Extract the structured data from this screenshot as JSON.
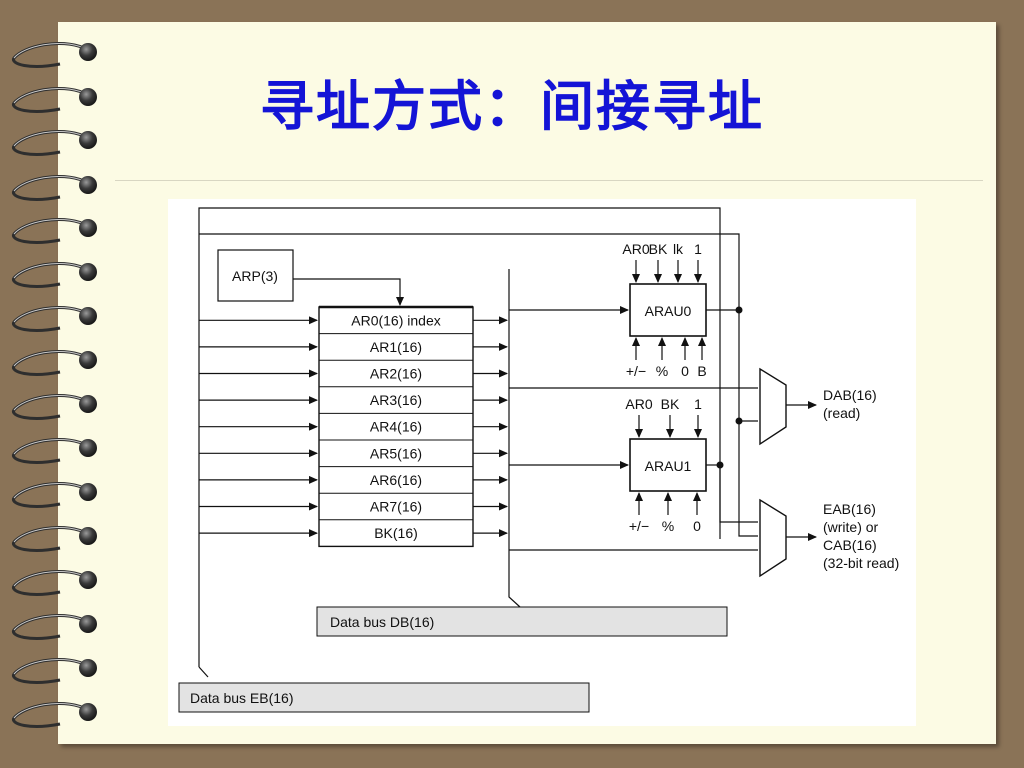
{
  "slide": {
    "title": "寻址方式：间接寻址"
  },
  "diagram": {
    "arp_label": "ARP(3)",
    "registers": [
      "AR0(16) index",
      "AR1(16)",
      "AR2(16)",
      "AR3(16)",
      "AR4(16)",
      "AR5(16)",
      "AR6(16)",
      "AR7(16)",
      "BK(16)"
    ],
    "arau0": {
      "label": "ARAU0",
      "inputs_top": [
        "AR0",
        "BK",
        "lk",
        "1"
      ],
      "inputs_bottom": [
        "+/−",
        "%",
        "0",
        "B"
      ]
    },
    "arau1": {
      "label": "ARAU1",
      "inputs_top": [
        "AR0",
        "BK",
        "1"
      ],
      "inputs_bottom": [
        "+/−",
        "%",
        "0"
      ]
    },
    "dab_output": [
      "DAB(16)",
      "(read)"
    ],
    "eab_output": [
      "EAB(16)",
      "(write) or",
      "CAB(16)",
      "(32-bit read)"
    ],
    "data_bus_db": "Data bus DB(16)",
    "data_bus_eb": "Data bus EB(16)"
  },
  "colors": {
    "background": "#8a7357",
    "slide": "#fcfbe4",
    "title": "#1414d6",
    "bus_fill": "#e3e3e3"
  }
}
